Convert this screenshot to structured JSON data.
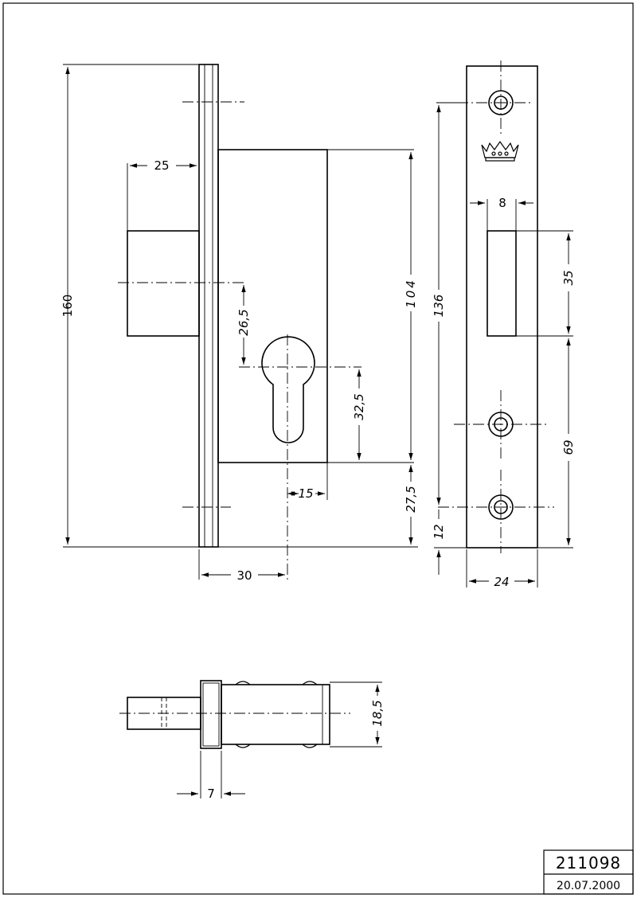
{
  "drawing": {
    "dimensions": {
      "overall_height": "160",
      "bolt_throw": "25",
      "backset_offset": "26,5",
      "case_height": "104",
      "cylinder_spacing": "32,5",
      "cylinder_to_edge": "15",
      "bottom_offset": "27,5",
      "backset": "30",
      "screw_spacing": "136",
      "bolt_width": "8",
      "bolt_height": "35",
      "lower_spacing": "69",
      "bottom_screw": "12",
      "faceplate_width": "24",
      "case_thickness": "18,5",
      "faceplate_thickness": "7"
    },
    "title_block": {
      "number": "211098",
      "date": "20.07.2000"
    }
  }
}
